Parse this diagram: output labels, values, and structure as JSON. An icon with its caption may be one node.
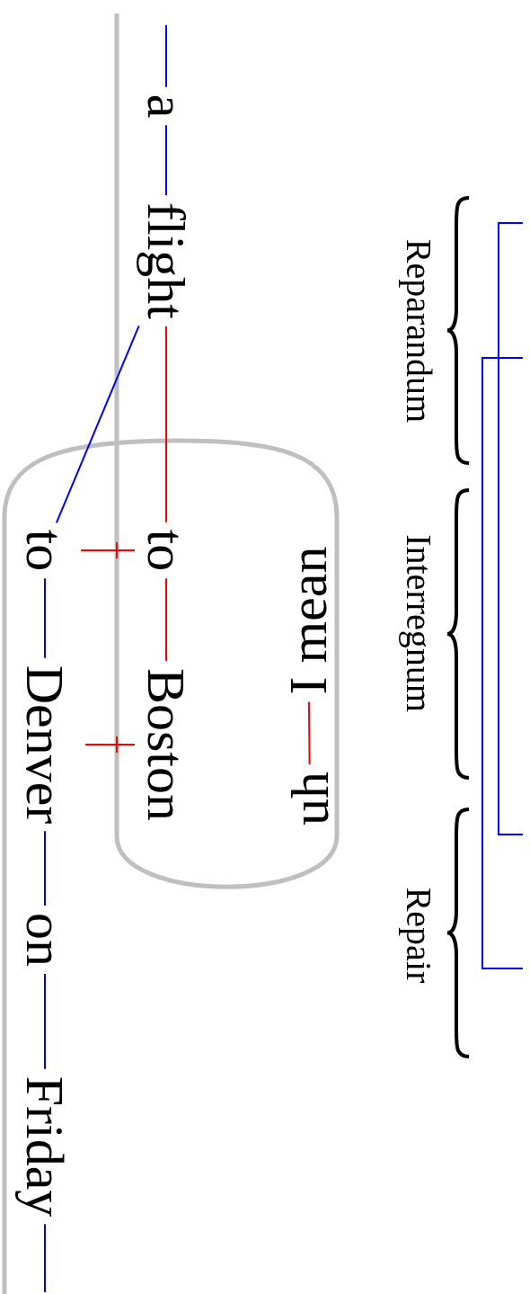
{
  "diagram": {
    "nodes": [
      {
        "text": [
          "a"
        ]
      },
      {
        "text": [
          "flight"
        ]
      },
      {
        "text": [
          "to"
        ]
      },
      {
        "text": [
          "Boston"
        ]
      },
      {
        "text": [
          "uh"
        ]
      },
      {
        "text": [
          "I mean"
        ]
      },
      {
        "text": [
          "to"
        ]
      },
      {
        "text": [
          "Denver"
        ]
      },
      {
        "text": [
          "on"
        ]
      },
      {
        "text": [
          "Friday"
        ]
      }
    ],
    "edges": [
      {
        "from": null,
        "to": 0,
        "arrow": "none"
      },
      {
        "from": 0,
        "to": 1,
        "arrow": "none"
      },
      {
        "from": 1,
        "to": 2,
        "arrow": "none",
        "color": "#ff0000"
      },
      {
        "from": 2,
        "to": 3,
        "arrow": "none",
        "color": "#ff0000"
      },
      {
        "from": 4,
        "to": 5,
        "arrow": "none",
        "color": "#ff0000"
      },
      {
        "from": 1,
        "to": 6,
        "arrow": "none"
      },
      {
        "from": 6,
        "to": 7,
        "arrow": "none"
      },
      {
        "from": 7,
        "to": 8,
        "arrow": "none"
      },
      {
        "from": 8,
        "to": 9,
        "arrow": "none"
      },
      {
        "from": 9,
        "to": null,
        "arrow": "none"
      }
    ],
    "labels": [
      "Reparandum",
      "Interregnum",
      "Repair"
    ]
  }
}
